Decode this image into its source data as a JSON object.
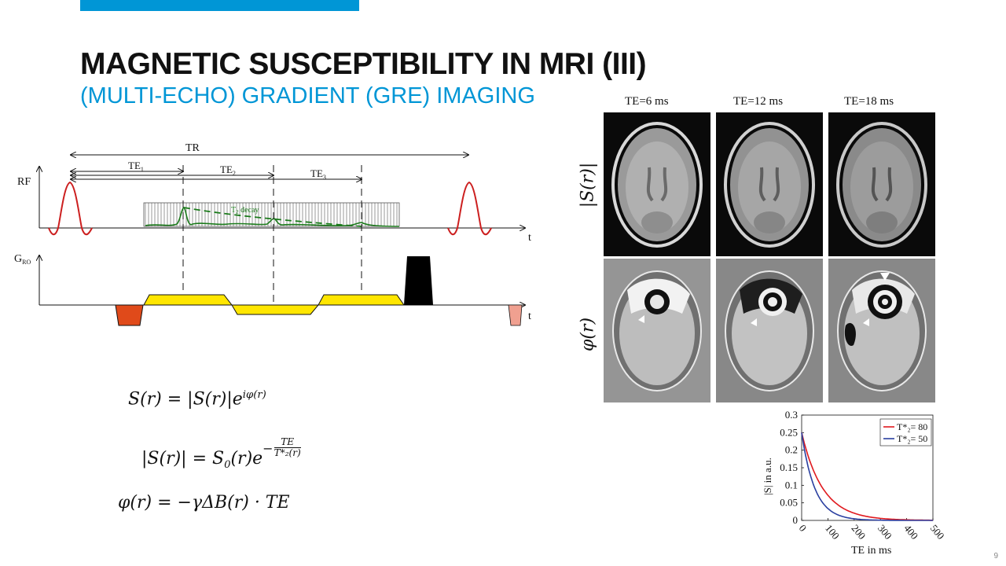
{
  "slide": {
    "title": "MAGNETIC SUSCEPTIBILITY IN MRI (III)",
    "subtitle": "(MULTI-ECHO) GRADIENT (GRE) IMAGING",
    "page_number": "9",
    "accent_color": "#0096d6"
  },
  "sequence_diagram": {
    "tr_label": "TR",
    "te_labels": [
      "TE",
      "TE",
      "TE"
    ],
    "te_subscripts": [
      "1",
      "2",
      "3"
    ],
    "rf_label": "RF",
    "gro_label": "G",
    "gro_subscript": "RO",
    "t_label": "t",
    "decay_label": "T",
    "decay_sub": "2",
    "decay_suffix": " decay",
    "colors": {
      "rf": "#cc1f1f",
      "echo": "#1a7a1a",
      "readout": "#ffe600",
      "prephase": "#e04a1a",
      "spoiler": "#000000",
      "next": "#f0a090"
    }
  },
  "equations": {
    "eq1": "S(r) = |S(r)|e",
    "eq1_exp": "iφ(r)",
    "eq2": "|S(r)| = S",
    "eq2_sub": "0",
    "eq2_mid": "(r)e",
    "eq2_num": "TE",
    "eq2_den": "T*₂(r)",
    "eq3": "φ(r) = −γΔB(r) · TE"
  },
  "image_grid": {
    "columns": [
      "TE=6 ms",
      "TE=12 ms",
      "TE=18 ms"
    ],
    "rows": [
      "|S(r)|",
      "φ(r)"
    ]
  },
  "chart_data": {
    "type": "line",
    "xlabel": "TE in ms",
    "ylabel": "|S| in a.u.",
    "xlim": [
      0,
      500
    ],
    "ylim": [
      0,
      0.3
    ],
    "xticks": [
      "0",
      "100",
      "200",
      "300",
      "400",
      "500"
    ],
    "yticks": [
      "0",
      "0.05",
      "0.1",
      "0.15",
      "0.2",
      "0.25",
      "0.3"
    ],
    "legend_position": "top-right",
    "series": [
      {
        "name": "T*₂= 80",
        "color": "#e0191e",
        "S0": 0.25,
        "T2star": 80
      },
      {
        "name": "T*₂= 50",
        "color": "#2a3fa0",
        "S0": 0.25,
        "T2star": 50
      }
    ]
  }
}
